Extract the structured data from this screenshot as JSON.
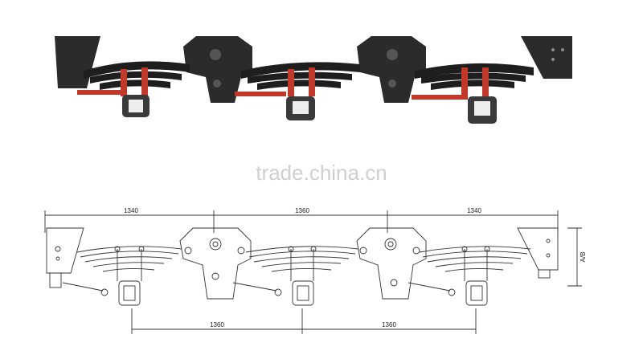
{
  "watermark": "trade.china.cn",
  "photo": {
    "frame_color": "#2b2b2b",
    "spring_color": "#1e1e1e",
    "accent_color": "#c0392b",
    "axle_color": "#3a3a3a"
  },
  "drawing": {
    "line_color": "#333333",
    "top_dimensions": [
      "1340",
      "1360",
      "1340"
    ],
    "bottom_dimensions": [
      "1360",
      "1360"
    ],
    "side_label": "A/B"
  }
}
